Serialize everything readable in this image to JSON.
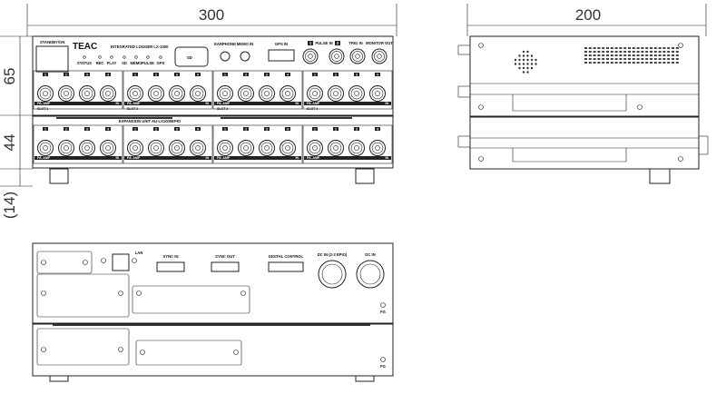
{
  "dimensions": {
    "width_front": "300",
    "width_side": "200",
    "height_main": "65",
    "height_expansion": "44",
    "height_feet": "(14)"
  },
  "front": {
    "standby_label": "STANDBY/ON",
    "brand": "TEAC",
    "model": "INTEGRATED LOGGER LX-1000",
    "leds": [
      "STATUS",
      "REC",
      "PLAY",
      "SD",
      "MEMO",
      "PULSE",
      "GPS"
    ],
    "sd_label": "SD",
    "earphone": "EARPHONE",
    "memo_in": "MEMO IN",
    "gps_in": "GPS IN",
    "pulse_in": "PULSE IN",
    "pulse_ch1": "1",
    "pulse_ch2": "2",
    "trig_in": "TRIG IN",
    "monitor_out": "MONITOR OUT",
    "channels": [
      "1",
      "2",
      "3",
      "4"
    ],
    "slot_bar_left": "PA. AMP",
    "slot_bar_right": "IN",
    "slots": [
      "SLOT 1",
      "SLOT 2",
      "SLOT 3",
      "SLOT 4"
    ],
    "expansion_label": "EXPANSION UNIT AU-LX1000EPIO"
  },
  "rear": {
    "lan": "LAN",
    "sync_in": "SYNC IN",
    "sync_out": "SYNC OUT",
    "digital_control": "DIGITAL CONTROL",
    "dc_in_epio": "DC IN (2-3 EPIO)",
    "dc_in": "DC IN",
    "fg": "FG",
    "fg_lower": "FG"
  }
}
